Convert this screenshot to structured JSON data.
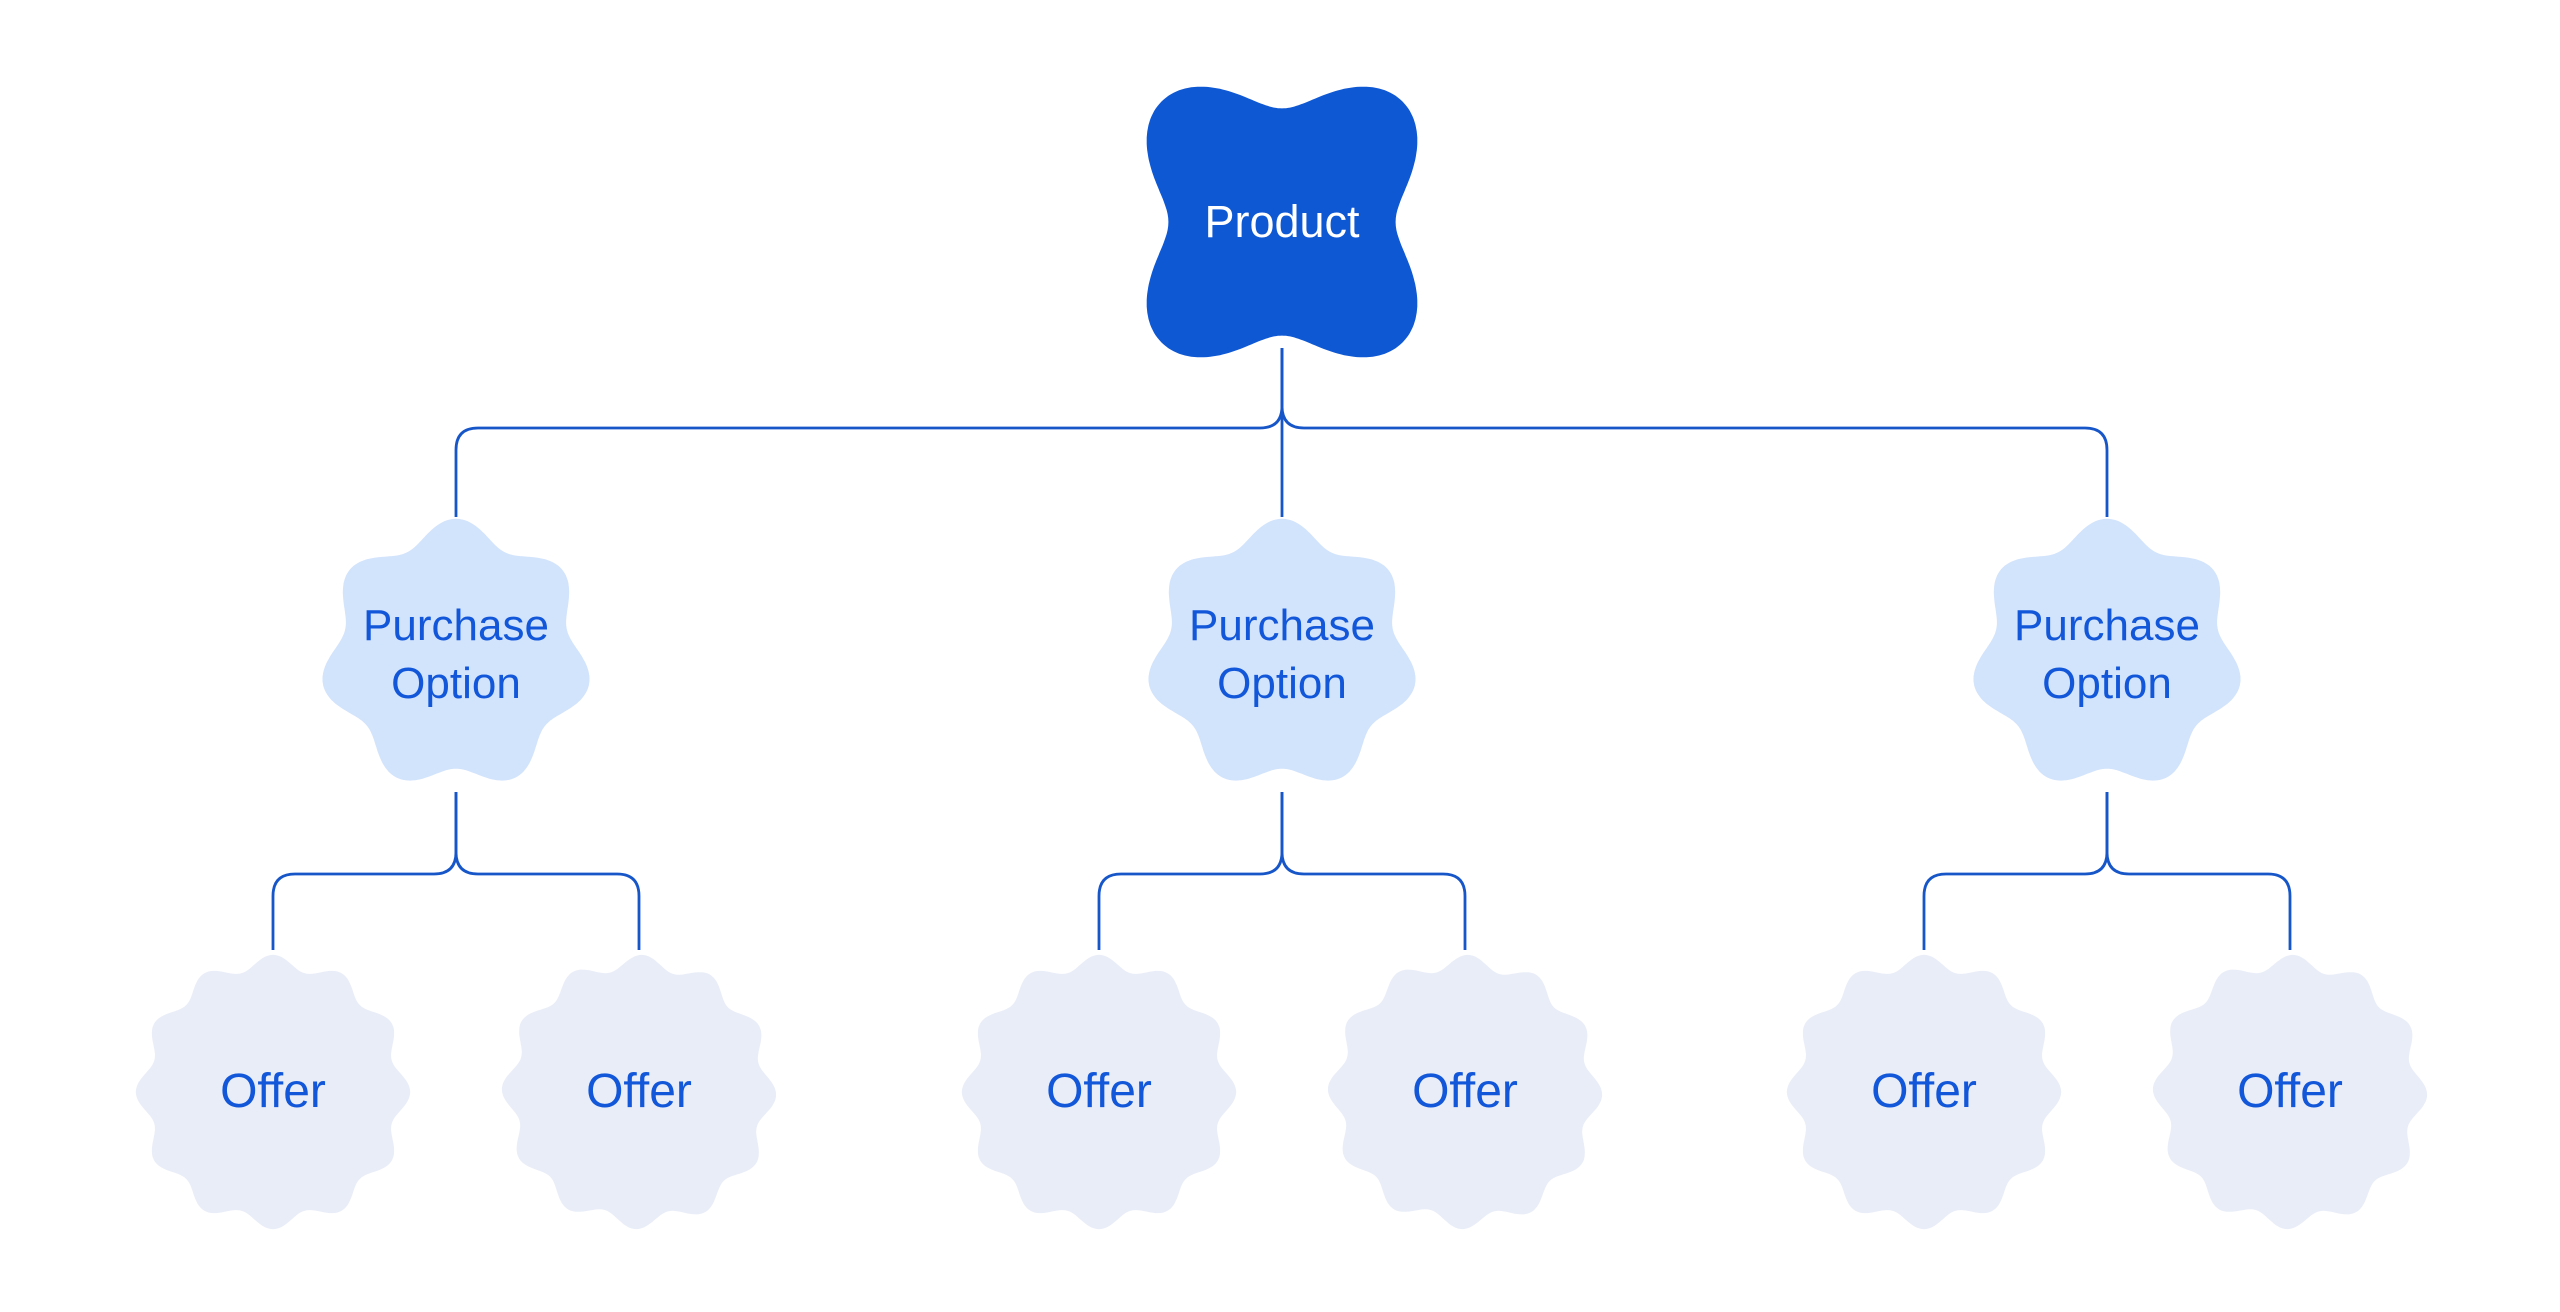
{
  "diagram": {
    "colors": {
      "background": "#ffffff",
      "product_fill": "#0e58d4",
      "product_text": "#ffffff",
      "purchase_fill": "#d2e3fc",
      "offer_fill": "#e9edf7",
      "label_text": "#1257d9",
      "connector": "#1656c9"
    },
    "nodes": {
      "product": {
        "label": "Product"
      },
      "purchase_options": [
        {
          "label": "Purchase Option"
        },
        {
          "label": "Purchase Option"
        },
        {
          "label": "Purchase Option"
        }
      ],
      "offers": [
        {
          "label": "Offer"
        },
        {
          "label": "Offer"
        },
        {
          "label": "Offer"
        },
        {
          "label": "Offer"
        },
        {
          "label": "Offer"
        },
        {
          "label": "Offer"
        }
      ]
    }
  }
}
